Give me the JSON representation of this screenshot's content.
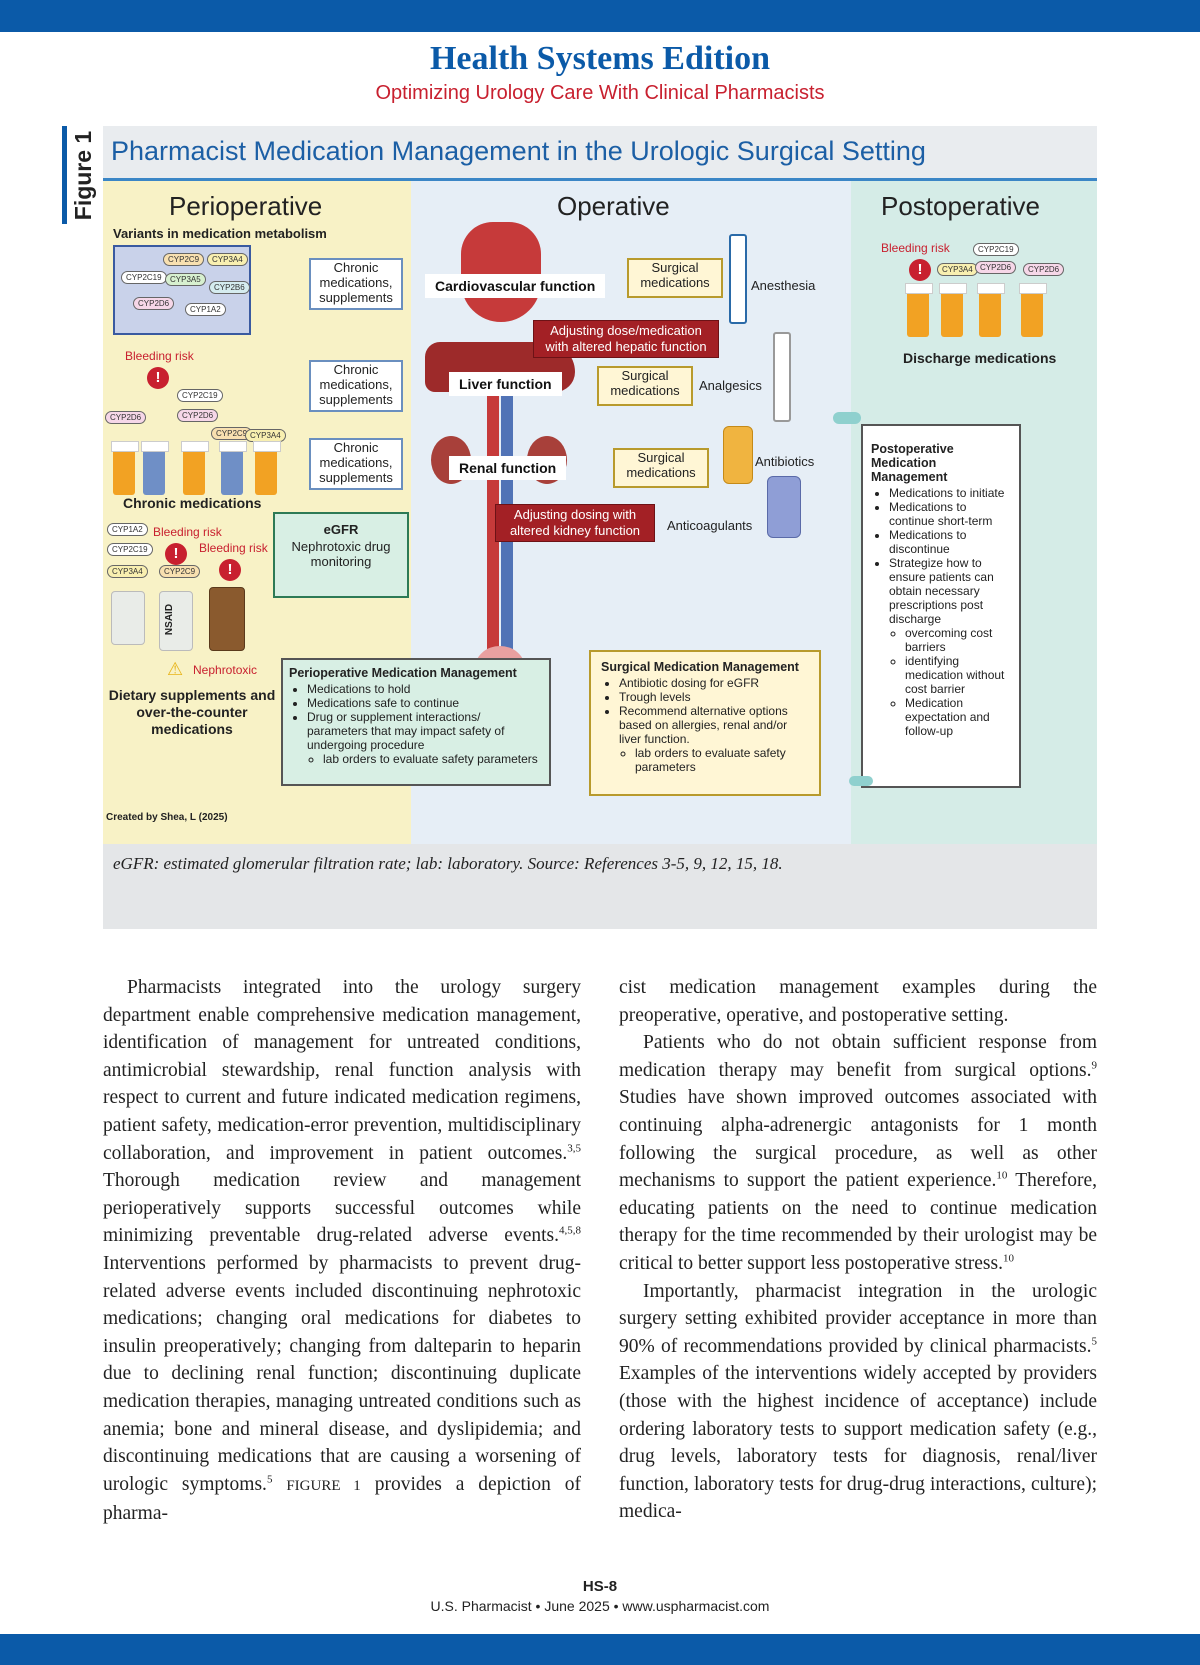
{
  "header": {
    "edition_title": "Health Systems Edition",
    "edition_subtitle": "Optimizing Urology Care With Clinical Pharmacists"
  },
  "figure": {
    "label": "Figure 1",
    "title": "Pharmacist Medication Management in the Urologic Surgical Setting",
    "columns": {
      "perioperative": "Perioperative",
      "operative": "Operative",
      "postoperative": "Postoperative"
    },
    "perioperative": {
      "variants_heading": "Variants in medication metabolism",
      "enzymes": [
        "CYP2C9",
        "CYP3A4",
        "CYP2C19",
        "CYP3A5",
        "CYP2B6",
        "CYP2D6",
        "CYP1A2"
      ],
      "bleeding_risk": "Bleeding risk",
      "chronic_enzymes": [
        "CYP2C19",
        "CYP2D6",
        "CYP2D6",
        "CYP2C9",
        "CYP3A4"
      ],
      "chronic_medications": "Chronic medications",
      "supp_enzymes": [
        "CYP1A2",
        "CYP2C19",
        "CYP3A4",
        "CYP2C9"
      ],
      "bleeding_risk_2": "Bleeding risk",
      "bleeding_risk_3": "Bleeding risk",
      "nsaid": "NSAID",
      "nephrotoxic": "Nephrotoxic",
      "supplements_heading": "Dietary supplements and over-the-counter medications",
      "credit": "Created by Shea, L (2025)"
    },
    "operative": {
      "chronic_box": "Chronic medications, supplements",
      "cardio": "Cardiovascular function",
      "liver": "Liver function",
      "renal": "Renal function",
      "surgical_meds": "Surgical medications",
      "anesthesia": "Anesthesia",
      "analgesics": "Analgesics",
      "antibiotics": "Antibiotics",
      "anticoagulants": "Anticoagulants",
      "hepatic_adjust": "Adjusting dose/medication with altered hepatic function",
      "kidney_adjust": "Adjusting dosing with altered kidney function",
      "egfr_title": "eGFR",
      "egfr_body": "Nephrotoxic drug monitoring"
    },
    "perioperative_mgmt": {
      "title": "Perioperative Medication Management",
      "items": [
        "Medications to hold",
        "Medications safe to continue",
        "Drug or supplement interactions/ parameters that may impact safety of undergoing procedure"
      ],
      "sub": [
        "lab orders to evaluate safety parameters"
      ]
    },
    "surgical_mgmt": {
      "title": "Surgical  Medication Management",
      "items": [
        "Antibiotic dosing for eGFR",
        "Trough levels",
        "Recommend alternative options based on allergies, renal and/or liver function."
      ],
      "sub": [
        "lab orders to evaluate safety parameters"
      ]
    },
    "postoperative": {
      "bleeding_risk": "Bleeding risk",
      "enzymes": [
        "CYP2C19",
        "CYP3A4",
        "CYP2D6",
        "CYP2D6"
      ],
      "discharge": "Discharge medications",
      "mgmt_title": "Postoperative Medication Management",
      "items": [
        "Medications to initiate",
        "Medications to continue short-term",
        "Medications to discontinue",
        "Strategize how to ensure patients can obtain necessary prescriptions post discharge"
      ],
      "sub": [
        "overcoming cost barriers",
        "identifying medication without cost barrier",
        "Medication expectation and follow-up"
      ]
    },
    "caption": "eGFR: estimated glomerular filtration rate; lab: laboratory. Source: References 3-5, 9, 12, 15, 18."
  },
  "body": {
    "col1_p1": "Pharmacists integrated into the urology surgery department enable comprehensive medication management, identification of management for untreated conditions, antimicrobial stewardship, renal function analysis with respect to current and future indicated medication regimens, patient safety, medication-error prevention, multidisciplinary collaboration, and improvement in patient outcomes.",
    "sup1": "3,5",
    "col1_p1b": " Thorough medication review and management perioperatively supports successful outcomes while minimizing preventable drug-related adverse events.",
    "sup2": "4,5,8",
    "col1_p1c": " Interventions performed by pharmacists to prevent drug-related adverse events included discontinuing nephrotoxic medications; changing oral medications for diabetes to insulin preoperatively; changing from dalteparin to heparin due to declining renal function; discontinuing duplicate medication therapies, managing untreated conditions such as anemia; bone and mineral disease, and dyslipidemia; and discontinuing medications that are causing a worsening of urologic symptoms.",
    "sup3": "5",
    "col1_p1d_ref": "FIGURE 1",
    "col1_p1e": " provides a depiction of pharma-",
    "col2_p0": "cist medication management examples during the preoperative, operative, and postoperative setting.",
    "col2_p1": "Patients who do not obtain sufficient response from medication therapy may benefit from surgical options.",
    "sup4": "9",
    "col2_p1b": " Studies have shown improved outcomes associated with continuing alpha-adrenergic antagonists for 1 month following the surgical procedure, as well as other mechanisms to support the patient experience.",
    "sup5": "10",
    "col2_p1c": " Therefore, educating patients on the need to continue medication therapy for the time recommended by their urologist may be critical to better support less postoperative stress.",
    "sup6": "10",
    "col2_p2": "Importantly, pharmacist integration in the urologic surgery setting exhibited provider acceptance in more than 90% of recommendations provided by clinical pharmacists.",
    "sup7": "5",
    "col2_p2b": " Examples of the interventions widely accepted by providers (those with the highest incidence of acceptance) include ordering laboratory tests to support medication safety (e.g., drug levels, laboratory tests for diagnosis, renal/liver function, laboratory tests for drug-drug interactions, culture); medica-"
  },
  "footer": {
    "page": "HS-8",
    "publication": "U.S. Pharmacist • June 2025 • www.uspharmacist.com"
  },
  "colors": {
    "brand_blue": "#0b5aa8",
    "accent_red": "#c8202f"
  }
}
